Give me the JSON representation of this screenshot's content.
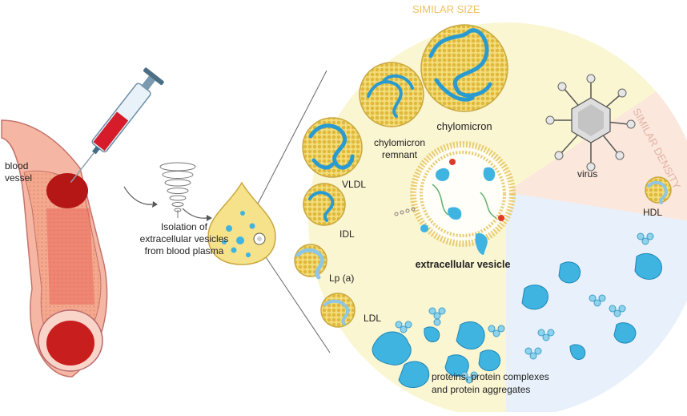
{
  "left": {
    "blood_vessel": [
      "blood",
      "vessel"
    ],
    "isolation": [
      "Isolation of",
      "extracellular vesicles",
      "from blood plasma"
    ]
  },
  "arcs": {
    "similar_size": "SIMILAR SIZE",
    "similar_density": "SIMILAR DENSITY"
  },
  "particles": {
    "chylomicron": "chylomicron",
    "chylomicron_remnant": [
      "chylomicron",
      "remnant"
    ],
    "vldl": "VLDL",
    "idl": "IDL",
    "lpa": "Lp (a)",
    "ldl": "LDL",
    "virus": "virus",
    "hdl": "HDL",
    "ev": "extracellular vesicle",
    "proteins": [
      "proteins, protein complexes",
      "and protein aggregates"
    ]
  },
  "colors": {
    "size_zone": "#fbf6d2",
    "density_zone": "#fbe7dc",
    "protein_zone": "#e8f1fb",
    "lipid_core": "#eed46a",
    "protein_blue": "#3fb4e0",
    "arc_label": "#f0c060",
    "density_label": "#e2b2a4"
  }
}
